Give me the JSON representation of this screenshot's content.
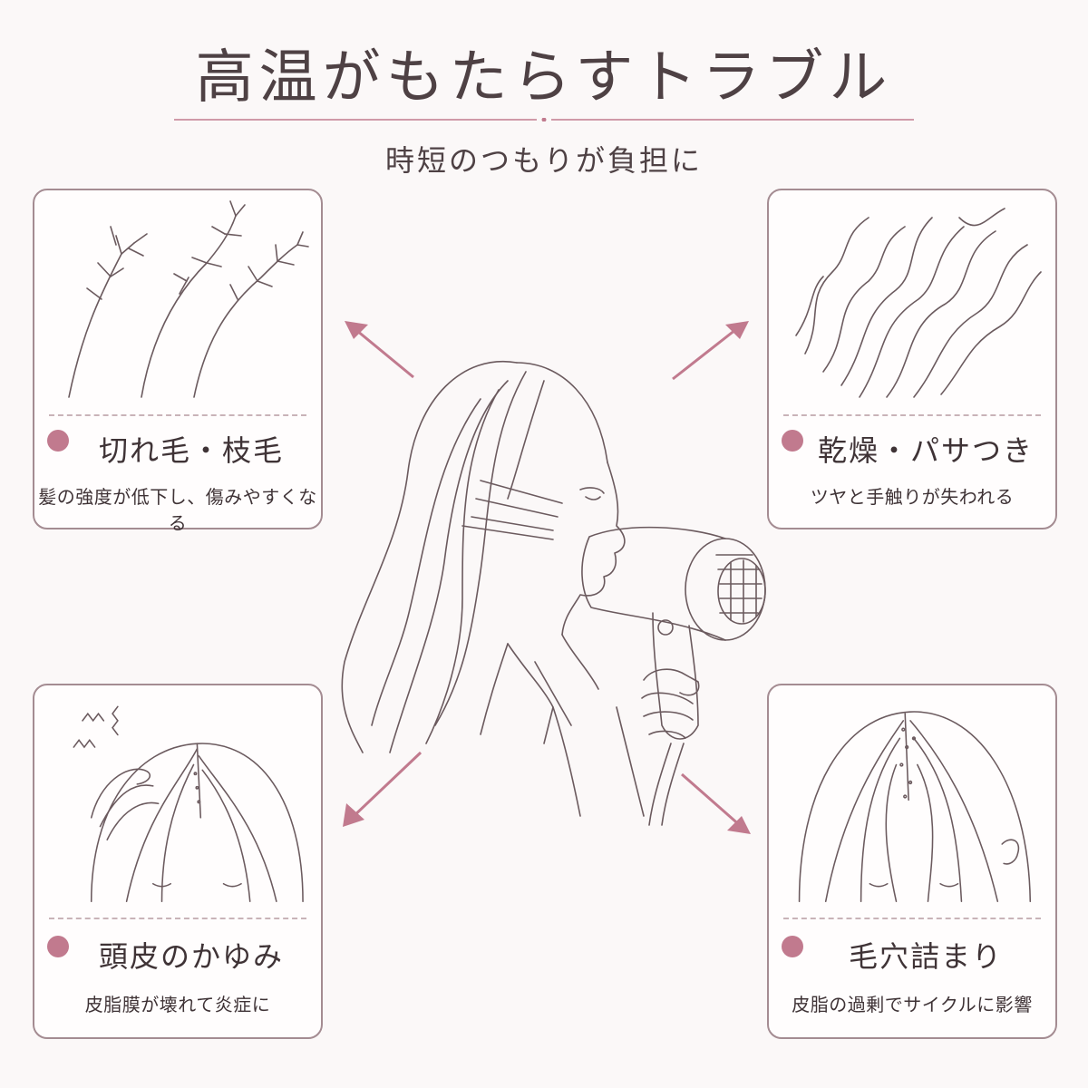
{
  "header": {
    "title": "高温がもたらすトラブル",
    "subtitle": "時短のつもりが負担に"
  },
  "cards": [
    {
      "heading": "切れ毛・枝毛",
      "desc": "髪の強度が低下し、傷みやすくなる",
      "icon": "split-ends-icon"
    },
    {
      "heading": "乾燥・パサつき",
      "desc": "ツヤと手触りが失われる",
      "icon": "frizzy-hair-icon"
    },
    {
      "heading": "頭皮のかゆみ",
      "desc": "皮脂膜が壊れて炎症に",
      "icon": "itchy-scalp-icon"
    },
    {
      "heading": "毛穴詰まり",
      "desc": "皮脂の過剰でサイクルに影響",
      "icon": "clogged-pores-icon"
    }
  ],
  "colors": {
    "accent": "#c17a8e",
    "line": "#6b5a5e",
    "border": "#a48c92",
    "background": "#fbf8f8"
  }
}
